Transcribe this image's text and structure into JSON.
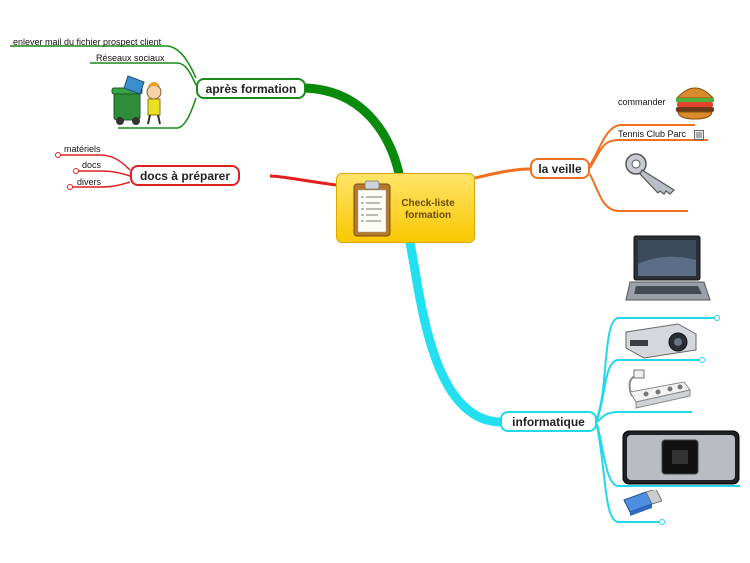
{
  "central": {
    "title_line1": "Check-liste",
    "title_line2": "formation"
  },
  "branches": {
    "apres_formation": {
      "label": "après formation",
      "color": "#1a8a1a",
      "children": [
        "enlever mail du fichier prospect client",
        "Réseaux sociaux"
      ],
      "image": "recycling-cartoon-icon"
    },
    "docs_a_preparer": {
      "label": "docs à préparer",
      "color": "#e02020",
      "children": [
        "matériels",
        "docs",
        "divers"
      ]
    },
    "la_veille": {
      "label": "la veille",
      "color": "#f07020",
      "children": [
        "commander",
        "Tennis Club Parc"
      ],
      "images": [
        "burger-icon",
        "key-icon"
      ],
      "note_icon": "note-icon"
    },
    "informatique": {
      "label": "informatique",
      "color": "#22d8e8",
      "images": [
        "laptop-icon",
        "projector-icon",
        "power-strip-icon",
        "speaker-icon",
        "usb-key-icon"
      ]
    }
  }
}
